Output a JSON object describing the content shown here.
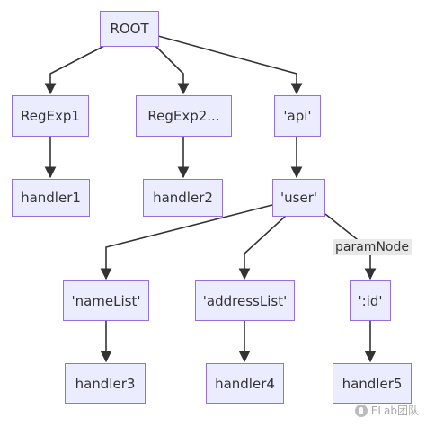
{
  "nodes": {
    "root": "ROOT",
    "regexp1": "RegExp1",
    "regexp2": "RegExp2...",
    "api": "'api'",
    "handler1": "handler1",
    "handler2": "handler2",
    "user": "'user'",
    "namelist": "'nameList'",
    "addresslist": "'addressList'",
    "id": "':id'",
    "handler3": "handler3",
    "handler4": "handler4",
    "handler5": "handler5"
  },
  "edge_labels": {
    "param_node": "paramNode"
  },
  "colors": {
    "node_fill": "#ececff",
    "node_border": "#9370db",
    "edge": "#333333",
    "label_bg": "#e8e8e8"
  },
  "watermark": {
    "text": "ELab团队"
  }
}
